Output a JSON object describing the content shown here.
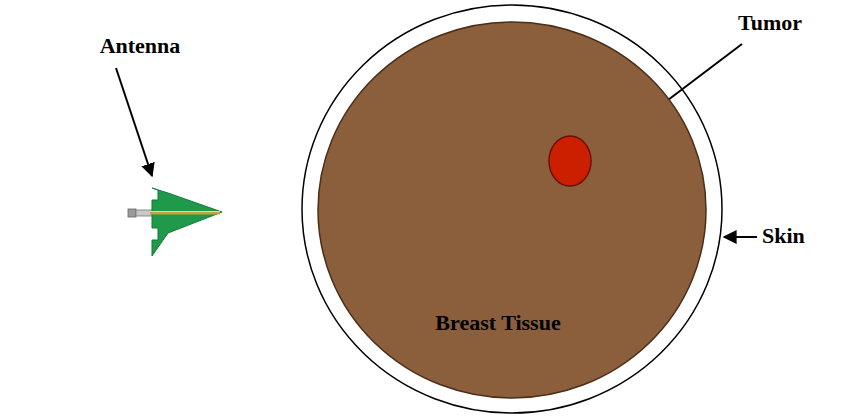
{
  "diagram": {
    "nodes": [
      {
        "text": [
          "Breast Tissue"
        ]
      }
    ],
    "labels": [
      "Antenna",
      "Tumor",
      "Skin"
    ]
  }
}
